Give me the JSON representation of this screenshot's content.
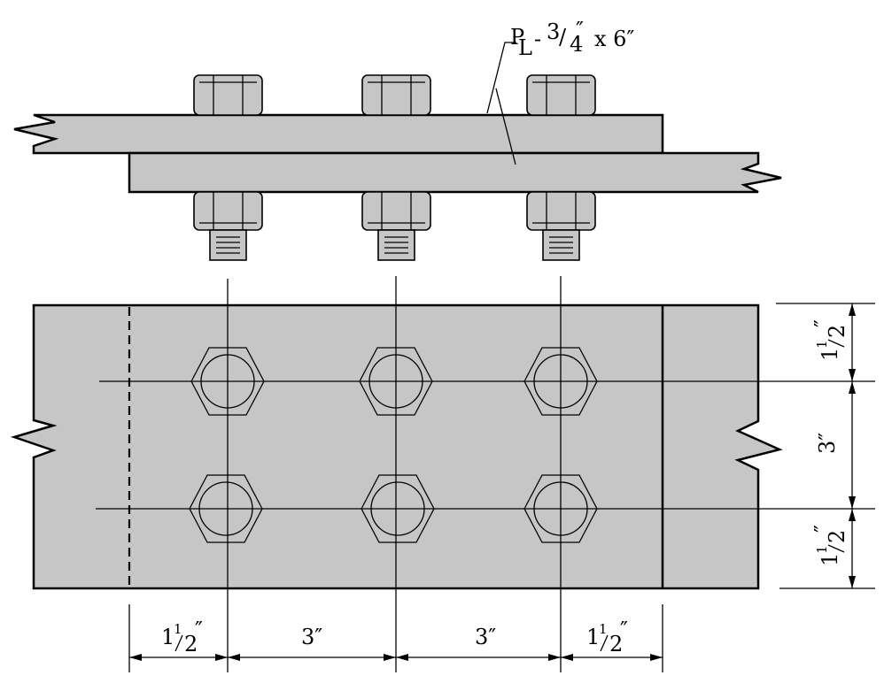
{
  "plate_label": {
    "p": "P",
    "l": "L",
    "dash": "-",
    "num": "3",
    "slash": "/",
    "den": "4",
    "inch": "″",
    "rest": "x 6″"
  },
  "dims_horizontal": [
    {
      "whole": "1",
      "num": "1",
      "den": "2",
      "inch": "″"
    },
    {
      "text": "3″"
    },
    {
      "text": "3″"
    },
    {
      "whole": "1",
      "num": "1",
      "den": "2",
      "inch": "″"
    }
  ],
  "dims_vertical": [
    {
      "whole": "1",
      "num": "1",
      "den": "2",
      "inch": "″"
    },
    {
      "text": "3″"
    },
    {
      "whole": "1",
      "num": "1",
      "den": "2",
      "inch": "″"
    }
  ]
}
